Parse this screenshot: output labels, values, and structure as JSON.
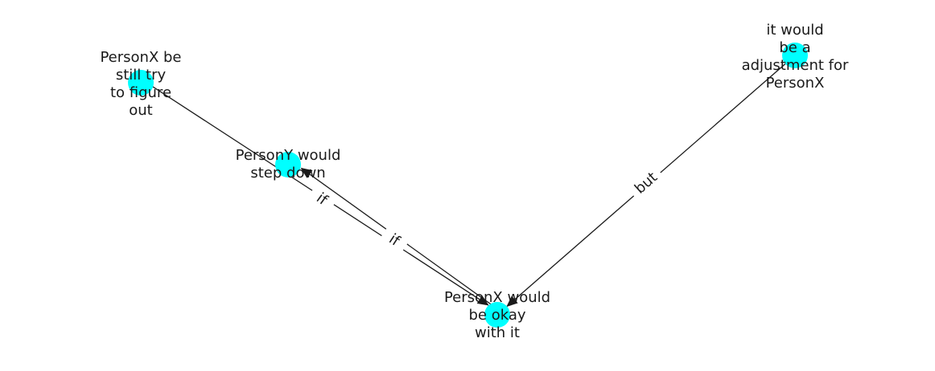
{
  "diagram": {
    "nodes": [
      {
        "id": "n1",
        "lines": [
          "PersonX be",
          "still try",
          "to figure",
          "out"
        ]
      },
      {
        "id": "n2",
        "lines": [
          "PersonY would",
          "step down"
        ]
      },
      {
        "id": "n3",
        "lines": [
          "PersonX would",
          "be okay",
          "with it"
        ]
      },
      {
        "id": "n4",
        "lines": [
          "it would",
          "be a",
          "adjustment for",
          "PersonX"
        ]
      }
    ],
    "edges": [
      {
        "from": "n1",
        "to": "n3",
        "label": "if"
      },
      {
        "from": "n3",
        "to": "n2",
        "label": "if"
      },
      {
        "from": "n4",
        "to": "n3",
        "label": "but"
      }
    ],
    "colors": {
      "node": "#00ffff",
      "edge": "#1a1a1a"
    }
  }
}
